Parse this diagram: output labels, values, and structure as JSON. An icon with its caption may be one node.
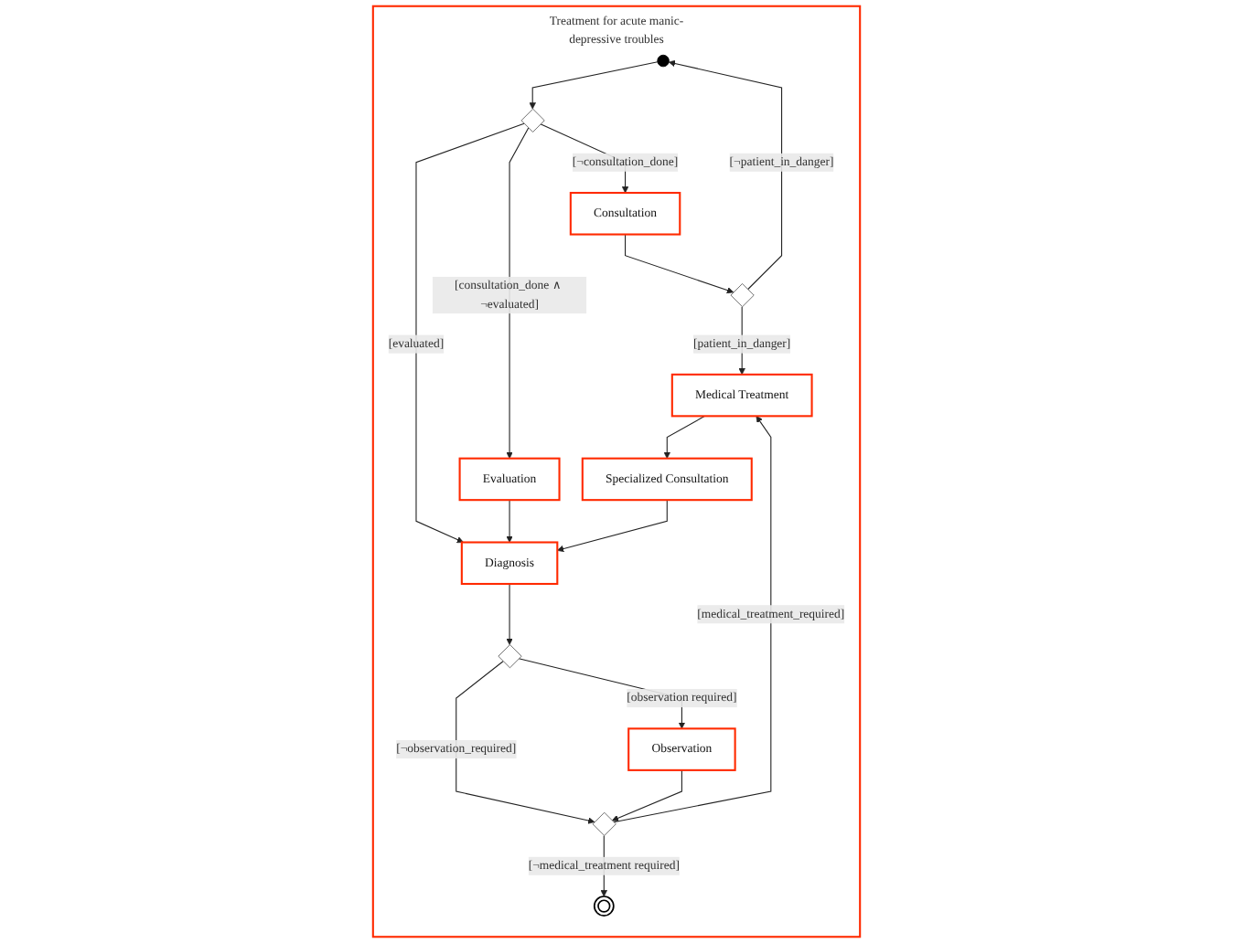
{
  "diagram": {
    "nodes": [
      {
        "text": [
          "Treatment for acute manic-depressive troubles"
        ]
      },
      {
        "text": [],
        "shape": "circle",
        "in": 0
      },
      {
        "text": [],
        "shape": "diamond",
        "in": 0
      },
      {
        "text": [
          "Consultation"
        ],
        "in": 0
      },
      {
        "text": [
          "Evaluation"
        ],
        "in": 0
      },
      {
        "text": [
          "Diagnosis"
        ],
        "in": 0
      },
      {
        "text": [],
        "shape": "diamond",
        "in": 0
      },
      {
        "text": [],
        "shape": "diamond",
        "in": 0
      },
      {
        "text": [
          "Observation"
        ],
        "in": 0
      },
      {
        "text": [
          "Specialized Consultation"
        ],
        "in": 0
      },
      {
        "text": [],
        "shape": "diamond",
        "in": 0
      },
      {
        "text": [],
        "shape": "circle",
        "in": 0
      },
      {
        "text": [
          "Medical Treatment"
        ],
        "in": 0
      }
    ],
    "edges": [
      {
        "from": 1,
        "to": 2,
        "arrow": "to"
      },
      {
        "from": 2,
        "to": 3,
        "label": "[¬consultation_done]",
        "arrow": "to"
      },
      {
        "from": 2,
        "to": 4,
        "label": "[consultation_done ∧ ¬evaluated]",
        "arrow": "to"
      },
      {
        "from": 2,
        "to": 5,
        "label": "[evaluated]",
        "arrow": "to"
      },
      {
        "from": 3,
        "to": 6,
        "arrow": "to"
      },
      {
        "from": 6,
        "to": 1,
        "label": "[¬patient_in_danger]",
        "arrow": "to"
      },
      {
        "from": 6,
        "to": 12,
        "label": "[patient_in_danger]",
        "arrow": "to"
      },
      {
        "from": 4,
        "to": 5,
        "arrow": "to"
      },
      {
        "from": 5,
        "to": 7,
        "arrow": "to"
      },
      {
        "from": 7,
        "to": 8,
        "label": "[observation required]",
        "arrow": "to"
      },
      {
        "from": 7,
        "to": 10,
        "label": "[¬observation_required]",
        "arrow": "to"
      },
      {
        "from": 8,
        "to": 10,
        "arrow": "to"
      },
      {
        "from": 10,
        "to": 11,
        "label": "[¬medical_treatment required]",
        "arrow": "to"
      },
      {
        "from": 10,
        "to": 12,
        "label": "[medical_treatment_required]",
        "arrow": "to"
      },
      {
        "from": 12,
        "to": 9,
        "arrow": "to"
      },
      {
        "from": 9,
        "to": 5,
        "arrow": "to"
      }
    ]
  }
}
